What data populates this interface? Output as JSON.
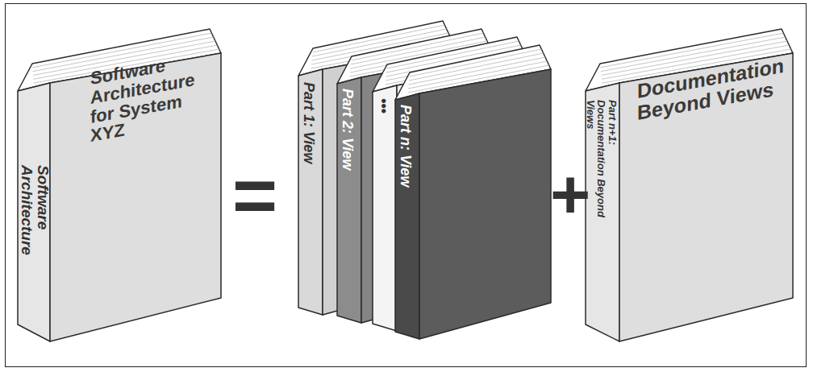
{
  "diagram": {
    "nodes": [
      {
        "text": [
          "Software Architecture",
          "Software Architecture for System XYZ"
        ]
      },
      {
        "text": [
          "Part 1: View"
        ]
      },
      {
        "text": [
          "Part 2: View"
        ]
      },
      {
        "text": [
          "•••"
        ]
      },
      {
        "text": [
          "Part n: View"
        ]
      },
      {
        "text": [
          "Part n+1: Documentation Beyond Views",
          "Documentation Beyond Views"
        ]
      }
    ],
    "labels": [
      "=",
      "+"
    ]
  }
}
